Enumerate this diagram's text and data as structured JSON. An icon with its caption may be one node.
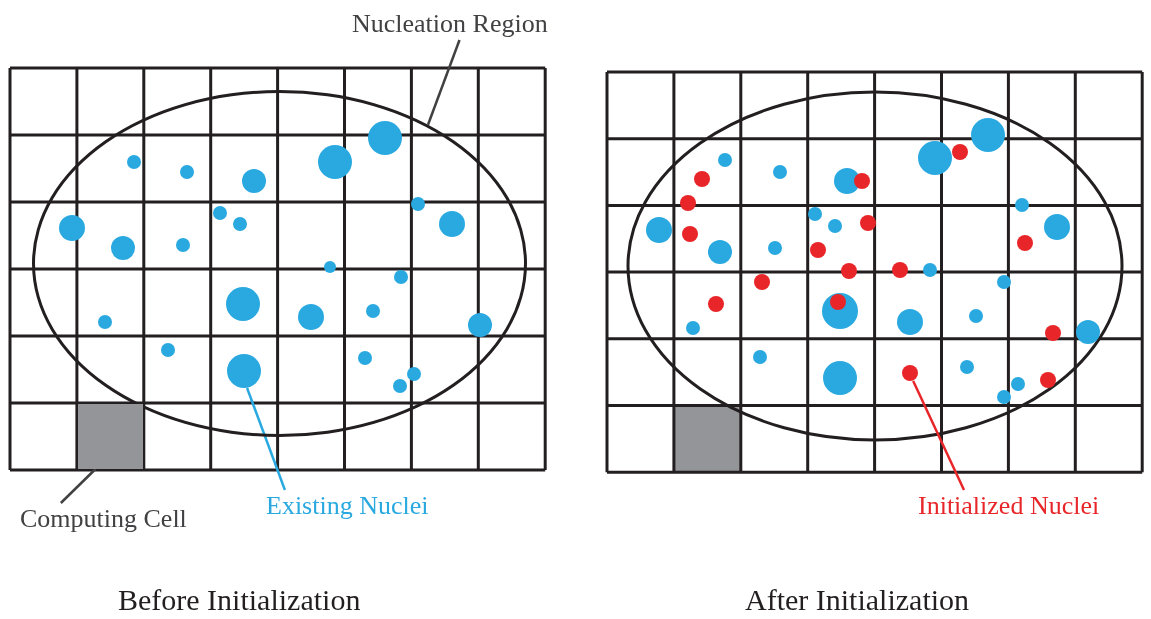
{
  "diagram": {
    "nodes": [
      {
        "text": [
          "Nucleation Region"
        ]
      },
      {
        "text": [],
        "shape": "ellipse"
      },
      {
        "text": [
          "Computing Cell"
        ]
      },
      {
        "text": [],
        "shape": "box"
      },
      {
        "text": [
          "Existing Nuclei"
        ]
      },
      {
        "text": [],
        "shape": "circle",
        "in": 1
      },
      {
        "text": [
          "Initialized Nuclei"
        ]
      },
      {
        "text": [],
        "shape": "circle"
      }
    ],
    "edges": [
      {
        "from": 0,
        "to": 1,
        "arrow": "none"
      },
      {
        "from": 2,
        "to": 3,
        "arrow": "none"
      },
      {
        "from": 4,
        "to": 5,
        "arrow": "none",
        "color": "#29a9e0"
      },
      {
        "from": 6,
        "to": 7,
        "arrow": "none",
        "color": "#e8262a"
      }
    ],
    "labels": [
      "Before Initialization",
      "After Initialization"
    ]
  }
}
